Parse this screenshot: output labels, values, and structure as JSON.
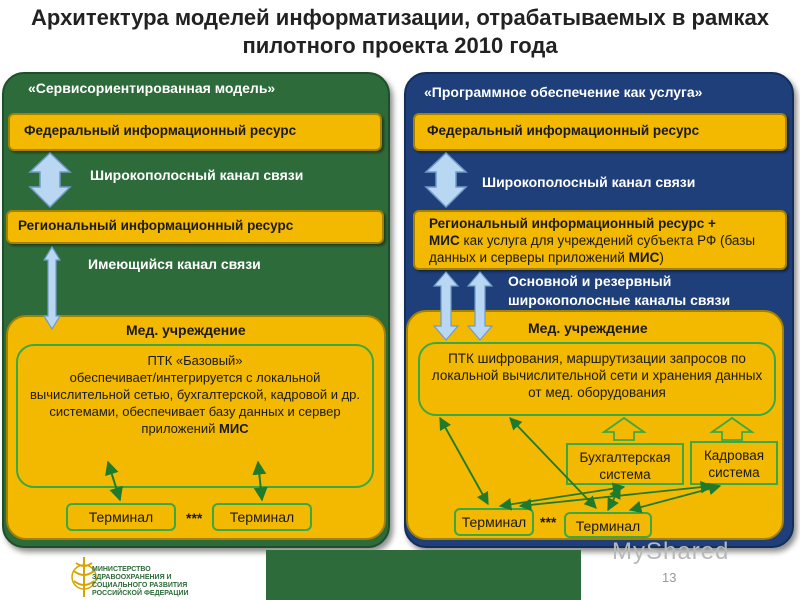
{
  "title": "Архитектура моделей информатизации, отрабатываемых в рамках пилотного проекта 2010 года",
  "left": {
    "title": "«Сервисориентированная модель»",
    "federal": "Федеральный информационный ресурс",
    "broadband": "Широкополосный канал связи",
    "regional": "Региональный информационный ресурс",
    "existing": "Имеющийся канал связи",
    "med_title": "Мед. учреждение",
    "ptk_line1": "ПТК «Базовый»",
    "ptk_line2": "обеспечивает/интегрируется с локальной вычислительной сетью, бухгалтерской, кадровой и др. системами, обеспечивает базу данных и сервер приложений",
    "ptk_bold": "МИС",
    "terminal1": "Терминал",
    "terminal2": "Терминал",
    "stars": "***"
  },
  "right": {
    "title": "«Программное обеспечение как услуга»",
    "federal": "Федеральный информационный ресурс",
    "broadband": "Широкополосный канал связи",
    "regional_bold1": "Региональный информационный ресурс +",
    "regional_bold2": "МИС",
    "regional_text1": "как услуга для учреждений субъекта РФ (базы данных и серверы приложений",
    "regional_bold3": "МИС",
    "regional_text2": ")",
    "main_reserve": "Основной и резервный широкополосные каналы связи",
    "med_title": "Мед. учреждение",
    "ptk": "ПТК шифрования, маршрутизации запросов по локальной вычислительной сети и хранения данных от мед. оборудования",
    "accounting": "Бухгалтерская система",
    "hr": "Кадровая система",
    "terminal1": "Терминал",
    "terminal2": "Терминал",
    "stars": "***"
  },
  "footer": {
    "logo_text": "МИНИСТЕРСТВО ЗДРАВООХРАНЕНИЯ И СОЦИАЛЬНОГО РАЗВИТИЯ РОССИЙСКОЙ ФЕДЕРАЦИИ",
    "watermark": "MyShared",
    "page": "13"
  },
  "colors": {
    "left_panel": "#2e6b3a",
    "right_panel": "#1e3f7a",
    "box_fill": "#f3b800",
    "inner_border": "#3aa845",
    "arrow_fill": "#b9d6f2"
  }
}
